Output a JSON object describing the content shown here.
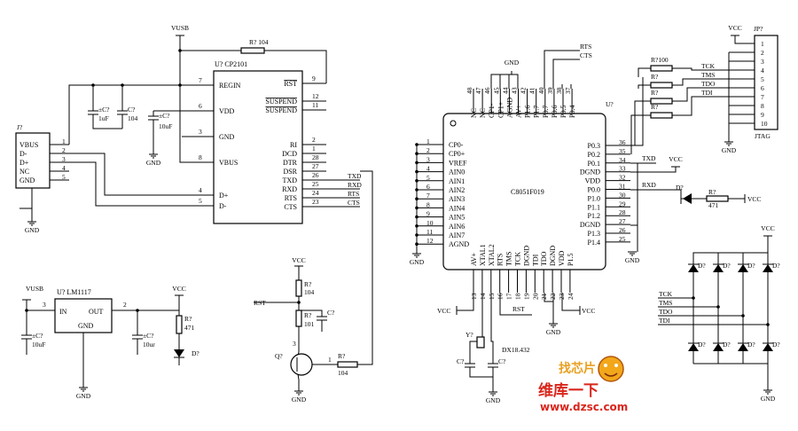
{
  "nets": {
    "vusb": "VUSB",
    "vcc": "VCC",
    "gnd": "GND",
    "rst": "RST",
    "rts": "RTS",
    "cts": "CTS",
    "txd": "TXD",
    "rxd": "RXD",
    "tck": "TCK",
    "tms": "TMS",
    "tdo": "TDO",
    "tdi": "TDI"
  },
  "cp2101": {
    "ref": "U?",
    "part": "CP2101",
    "left_pins": [
      {
        "num": "7",
        "name": "REGIN"
      },
      {
        "num": "6",
        "name": "VDD"
      },
      {
        "num": "3",
        "name": "GND"
      },
      {
        "num": "8",
        "name": "VBUS"
      },
      {
        "num": "4",
        "name": "D+"
      },
      {
        "num": "5",
        "name": "D-"
      }
    ],
    "right_pins": [
      {
        "num": "9",
        "name": "RST"
      },
      {
        "num": "12",
        "name": "SUSPEND"
      },
      {
        "num": "11",
        "name": "SUSPEND"
      },
      {
        "num": "2",
        "name": "RI"
      },
      {
        "num": "1",
        "name": "DCD"
      },
      {
        "num": "28",
        "name": "DTR"
      },
      {
        "num": "27",
        "name": "DSR"
      },
      {
        "num": "26",
        "name": "TXD"
      },
      {
        "num": "25",
        "name": "RXD"
      },
      {
        "num": "24",
        "name": "RTS"
      },
      {
        "num": "23",
        "name": "CTS"
      }
    ],
    "right_nets": [
      "TXD",
      "RXD",
      "RTS",
      "CTS"
    ]
  },
  "usb_conn": {
    "ref": "J?",
    "pins": [
      {
        "num": "1",
        "name": "VBUS"
      },
      {
        "num": "2",
        "name": "D-"
      },
      {
        "num": "3",
        "name": "D+"
      },
      {
        "num": "4",
        "name": "NC"
      },
      {
        "num": "5",
        "name": "GND"
      }
    ]
  },
  "caps_top": [
    {
      "ref": "C?",
      "val": "1uF",
      "pol": "±"
    },
    {
      "ref": "C?",
      "val": "104",
      "pol": ""
    },
    {
      "ref": "C?",
      "val": "10uF",
      "pol": "±"
    }
  ],
  "r_top": {
    "ref": "R?",
    "val": "104"
  },
  "lm1117": {
    "ref": "U?",
    "part": "LM1117",
    "in": "IN",
    "out": "OUT",
    "gnd": "GND",
    "pin_in": "3",
    "pin_out": "2"
  },
  "reg_caps": [
    {
      "ref": "C?",
      "val": "10uF",
      "pol": "±"
    },
    {
      "ref": "C?",
      "val": "10ur",
      "pol": "±"
    }
  ],
  "led1": {
    "rref": "R?",
    "rval": "471",
    "dref": "D?"
  },
  "reset_ckt": {
    "r1ref": "R?",
    "r1val": "104",
    "r2ref": "R?",
    "r2val": "101",
    "cref": "C?",
    "qref": "Q?",
    "rbref": "R?",
    "rbval": "104",
    "pin3": "3",
    "pin1": "1"
  },
  "mcu": {
    "ref": "U?",
    "part": "C8051F019",
    "left_pins": [
      {
        "num": "1",
        "name": "CP0-"
      },
      {
        "num": "2",
        "name": "CP0+"
      },
      {
        "num": "3",
        "name": "VREF"
      },
      {
        "num": "4",
        "name": "AIN0"
      },
      {
        "num": "5",
        "name": "AIN1"
      },
      {
        "num": "6",
        "name": "AIN2"
      },
      {
        "num": "7",
        "name": "AIN3"
      },
      {
        "num": "8",
        "name": "AIN4"
      },
      {
        "num": "9",
        "name": "AIN5"
      },
      {
        "num": "10",
        "name": "AIN6"
      },
      {
        "num": "11",
        "name": "AIN7"
      },
      {
        "num": "12",
        "name": "AGND"
      }
    ],
    "top_pins": [
      {
        "num": "48",
        "name": "NC"
      },
      {
        "num": "47",
        "name": "NC"
      },
      {
        "num": "46",
        "name": "CP1-"
      },
      {
        "num": "45",
        "name": "CP1+"
      },
      {
        "num": "44",
        "name": "AGND"
      },
      {
        "num": "43",
        "name": "AV+"
      },
      {
        "num": "42",
        "name": "P1.6"
      },
      {
        "num": "41",
        "name": "P1.7"
      },
      {
        "num": "40",
        "name": "P0.7"
      },
      {
        "num": "39",
        "name": "P0.6"
      },
      {
        "num": "38",
        "name": "P0.5"
      },
      {
        "num": "37",
        "name": "P0.4"
      }
    ],
    "right_pins": [
      {
        "num": "36",
        "name": "P0.3"
      },
      {
        "num": "35",
        "name": "P0.2"
      },
      {
        "num": "34",
        "name": "P0.1"
      },
      {
        "num": "33",
        "name": "DGND"
      },
      {
        "num": "32",
        "name": "VDD"
      },
      {
        "num": "31",
        "name": "P0.0"
      },
      {
        "num": "30",
        "name": "P1.0"
      },
      {
        "num": "29",
        "name": "P1.1"
      },
      {
        "num": "28",
        "name": "P1.2"
      },
      {
        "num": "27",
        "name": "DGND"
      },
      {
        "num": "26",
        "name": "P1.3"
      },
      {
        "num": "25",
        "name": "P1.4"
      }
    ],
    "bottom_pins": [
      {
        "num": "13",
        "name": "AV+"
      },
      {
        "num": "14",
        "name": "XTAL1"
      },
      {
        "num": "15",
        "name": "XTAL2"
      },
      {
        "num": "16",
        "name": "RTS"
      },
      {
        "num": "17",
        "name": "TMS"
      },
      {
        "num": "18",
        "name": "TCK"
      },
      {
        "num": "19",
        "name": "DGND"
      },
      {
        "num": "20",
        "name": "TDI"
      },
      {
        "num": "21",
        "name": "TDO"
      },
      {
        "num": "22",
        "name": "DGND"
      },
      {
        "num": "23",
        "name": "VDD"
      },
      {
        "num": "24",
        "name": "P1.5"
      }
    ]
  },
  "jtag": {
    "ref": "JP?",
    "label": "JTAG",
    "pins": [
      "1",
      "2",
      "3",
      "4",
      "5",
      "6",
      "7",
      "8",
      "9",
      "10"
    ],
    "resistors": [
      {
        "ref": "R?",
        "val": "100"
      },
      {
        "ref": "R?",
        "val": ""
      },
      {
        "ref": "R?",
        "val": ""
      },
      {
        "ref": "R?",
        "val": ""
      }
    ]
  },
  "crystal": {
    "ref": "Y?",
    "val": "DX18.432",
    "c1": "C?",
    "c2": "C?"
  },
  "led2": {
    "dref": "D?",
    "rref": "R?",
    "rval": "471"
  },
  "diode_ref": "D?",
  "watermark": {
    "brand_cn": "维库一下",
    "site": "www.dzsc.com",
    "logo_cn": "找芯片"
  }
}
